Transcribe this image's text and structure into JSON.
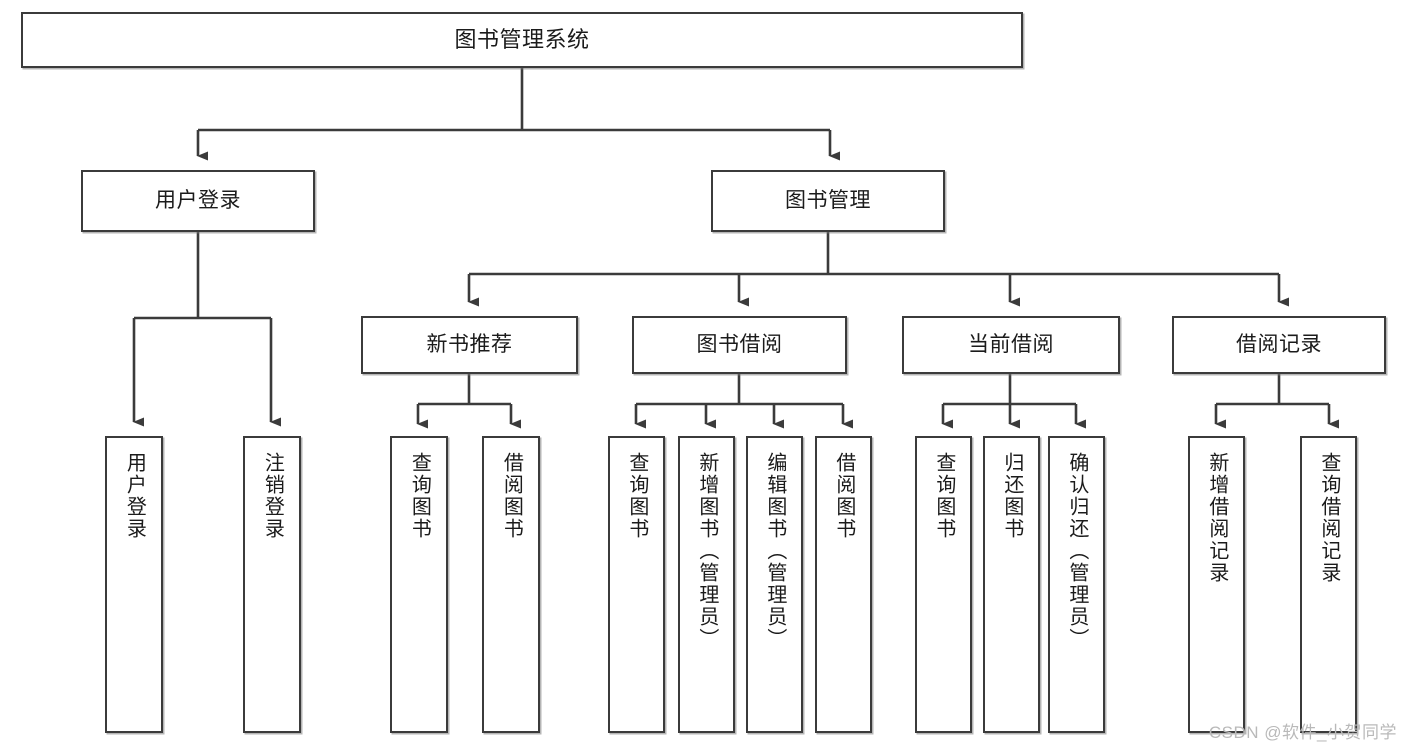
{
  "diagram": {
    "title": "图书管理系统",
    "type": "功能结构图",
    "watermark": "CSDN @软件_小贺同学",
    "colors": {
      "box_border": "#3b3b3b",
      "box_fill": "#ffffff",
      "line": "#3b3b3b",
      "text": "#1b1b1b",
      "watermark": "#b9b9b9"
    },
    "nodes": {
      "root": {
        "label": "图书管理系统"
      },
      "level2": [
        {
          "id": "user-login",
          "label": "用户登录"
        },
        {
          "id": "book-management",
          "label": "图书管理"
        }
      ],
      "level3": [
        {
          "id": "new-book-recommend",
          "label": "新书推荐"
        },
        {
          "id": "book-borrow",
          "label": "图书借阅"
        },
        {
          "id": "current-borrow",
          "label": "当前借阅"
        },
        {
          "id": "borrow-record",
          "label": "借阅记录"
        }
      ],
      "leaves": {
        "user-login": [
          {
            "id": "leaf-user-login",
            "label": "用户登录"
          },
          {
            "id": "leaf-logout-login",
            "label": "注销登录"
          }
        ],
        "new-book-recommend": [
          {
            "id": "leaf-query-book-1",
            "label": "查询图书"
          },
          {
            "id": "leaf-borrow-book-1",
            "label": "借阅图书"
          }
        ],
        "book-borrow": [
          {
            "id": "leaf-query-book-2",
            "label": "查询图书"
          },
          {
            "id": "leaf-add-book",
            "label": "新增图书（管理员）"
          },
          {
            "id": "leaf-edit-book",
            "label": "编辑图书（管理员）"
          },
          {
            "id": "leaf-borrow-book-2",
            "label": "借阅图书"
          }
        ],
        "current-borrow": [
          {
            "id": "leaf-query-book-3",
            "label": "查询图书"
          },
          {
            "id": "leaf-return-book",
            "label": "归还图书"
          },
          {
            "id": "leaf-confirm-return",
            "label": "确认归还（管理员）"
          }
        ],
        "borrow-record": [
          {
            "id": "leaf-add-record",
            "label": "新增借阅记录"
          },
          {
            "id": "leaf-query-record",
            "label": "查询借阅记录"
          }
        ]
      }
    }
  }
}
